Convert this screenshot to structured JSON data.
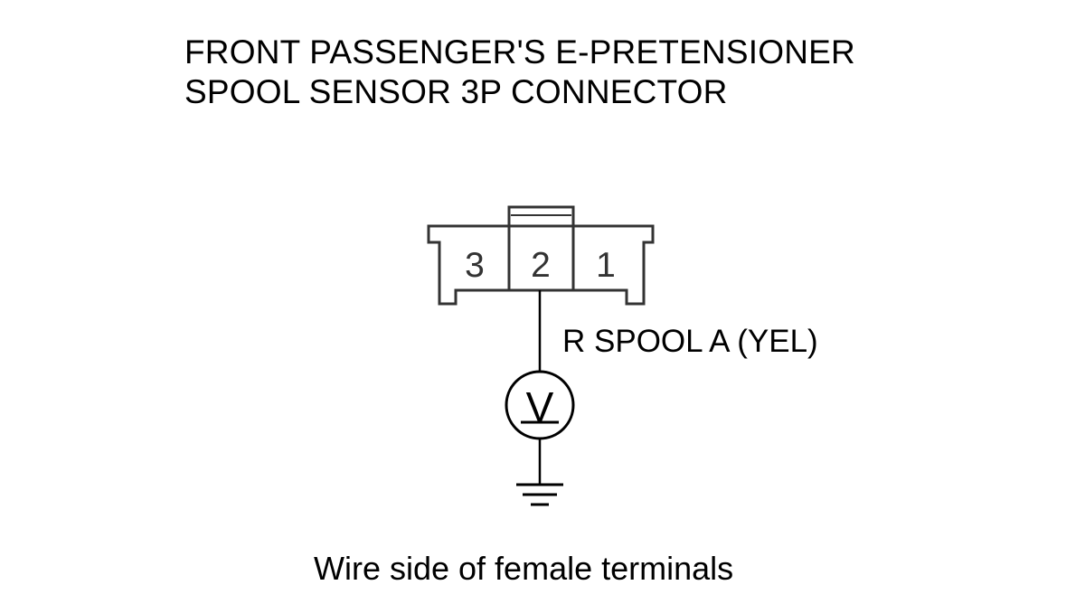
{
  "title": {
    "line1": "FRONT PASSENGER'S E-PRETENSIONER",
    "line2": "SPOOL SENSOR 3P CONNECTOR"
  },
  "connector": {
    "terminals": [
      "3",
      "2",
      "1"
    ]
  },
  "wire": {
    "label": "R SPOOL A (YEL)"
  },
  "meter": {
    "symbol": "V"
  },
  "caption": "Wire side of female terminals",
  "colors": {
    "line": "#000000",
    "connector_stroke": "#333333",
    "background": "#ffffff"
  }
}
